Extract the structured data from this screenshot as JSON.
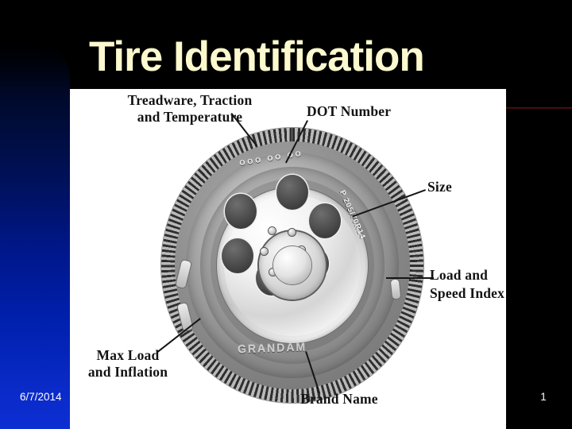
{
  "slide": {
    "title": "Tire Identification",
    "title_color": "#FBF9CD",
    "background_color": "#000000",
    "accent_blue": "#0D2ED2",
    "accent_red": "#5E0D10"
  },
  "diagram": {
    "panel_background": "#FFFFFF",
    "callouts": [
      {
        "id": "treadware",
        "text": "Treadware, Traction\nand Temperature"
      },
      {
        "id": "dot",
        "text": "DOT Number"
      },
      {
        "id": "size",
        "text": "Size"
      },
      {
        "id": "load_speed",
        "text": "Load and\nSpeed Index"
      },
      {
        "id": "max_load",
        "text": "Max Load\nand Inflation"
      },
      {
        "id": "brand",
        "text": "Brand Name"
      }
    ],
    "sidewall_markings": {
      "treadware_code": "OOO OO OO",
      "size_code": "P 205/70R14",
      "brand_text": "GRANDAM"
    }
  },
  "footer": {
    "date": "6/7/2014",
    "page_number": "1"
  }
}
